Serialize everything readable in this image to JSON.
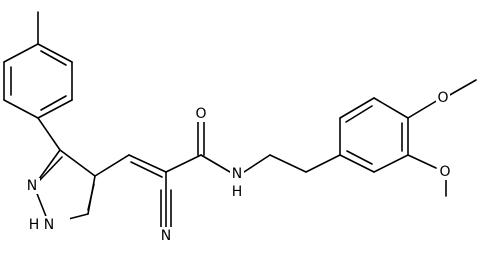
{
  "diagram": {
    "type": "chemical-structure",
    "atom_labels": {
      "carbonyl_oxygen": "O",
      "amide_nitrogen": "N",
      "amide_hydrogen": "H",
      "nitrile_nitrogen": "N",
      "pyrazole_n2": "N",
      "pyrazole_n1": "N",
      "pyrazole_h": "H",
      "methoxy1_oxygen": "O",
      "methoxy2_oxygen": "O"
    }
  }
}
